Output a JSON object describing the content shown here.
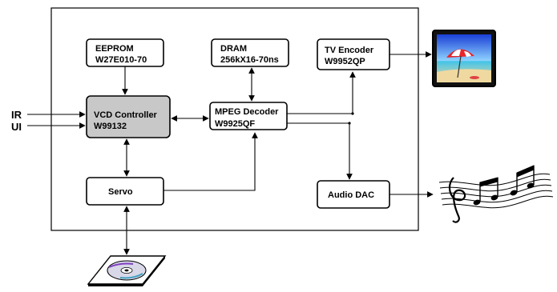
{
  "blocks": {
    "eeprom": {
      "line1": "EEPROM",
      "line2": "W27E010-70"
    },
    "dram": {
      "line1": "DRAM",
      "line2": "256kX16-70ns"
    },
    "tv_encoder": {
      "line1": "TV Encoder",
      "line2": "W9952QP"
    },
    "vcd": {
      "line1": "VCD Controller",
      "line2": "W99132"
    },
    "mpeg": {
      "line1": "MPEG Decoder",
      "line2": "W9925QF"
    },
    "servo": {
      "line1": "Servo"
    },
    "audio_dac": {
      "line1": "Audio DAC"
    }
  },
  "inputs": {
    "ir": "IR",
    "ui": "UI"
  },
  "icons": {
    "tv": "tv-beach-umbrella-icon",
    "music": "music-notes-icon",
    "disc": "compact-disc-icon"
  },
  "colors": {
    "controller_fill": "#c8c8c8"
  }
}
